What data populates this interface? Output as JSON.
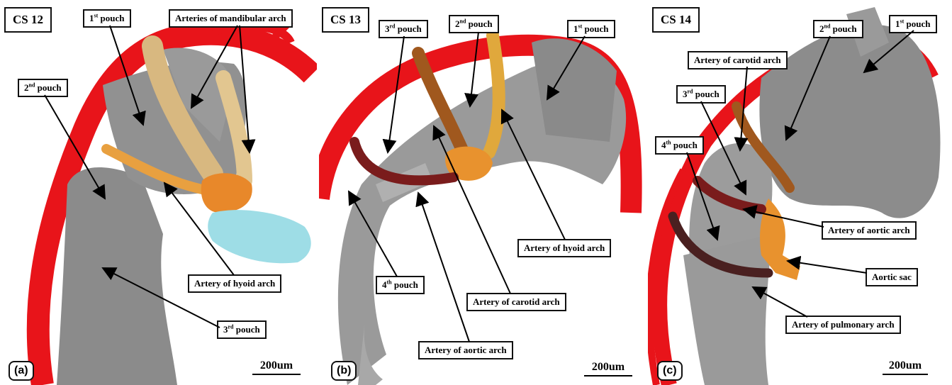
{
  "panels": [
    {
      "stage": "CS 12",
      "tag": "(a)",
      "scale": "200um",
      "labels": {
        "pouch1": {
          "num": "1",
          "sup": "st",
          "text": " pouch"
        },
        "pouch2": {
          "num": "2",
          "sup": "nd",
          "text": " pouch"
        },
        "pouch3": {
          "num": "3",
          "sup": "rd",
          "text": " pouch"
        },
        "mandibular": "Arteries of mandibular arch",
        "hyoid": "Artery of hyoid arch"
      }
    },
    {
      "stage": "CS 13",
      "tag": "(b)",
      "scale": "200um",
      "labels": {
        "pouch1": {
          "num": "1",
          "sup": "st",
          "text": " pouch"
        },
        "pouch2": {
          "num": "2",
          "sup": "nd",
          "text": " pouch"
        },
        "pouch3": {
          "num": "3",
          "sup": "rd",
          "text": " pouch"
        },
        "pouch4": {
          "num": "4",
          "sup": "th",
          "text": " pouch"
        },
        "hyoid": "Artery of hyoid arch",
        "carotid": "Artery of carotid arch",
        "aortic": "Artery of aortic arch"
      }
    },
    {
      "stage": "CS 14",
      "tag": "(c)",
      "scale": "200um",
      "labels": {
        "pouch1": {
          "num": "1",
          "sup": "st",
          "text": " pouch"
        },
        "pouch2": {
          "num": "2",
          "sup": "nd",
          "text": " pouch"
        },
        "pouch3": {
          "num": "3",
          "sup": "rd",
          "text": " pouch"
        },
        "pouch4": {
          "num": "4",
          "sup": "th",
          "text": " pouch"
        },
        "carotid": "Artery of carotid arch",
        "aortic": "Artery of aortic arch",
        "aortic_sac": "Aortic sac",
        "pulmonary": "Artery of pulmonary arch"
      }
    }
  ],
  "colors": {
    "aorta": "#e8141a",
    "pouch": "#8e8e8e",
    "mandibular_artery": "#d8b880",
    "hyoid_artery": "#e8a040",
    "aortic_sac": "#e8882a",
    "carotid_artery": "#a0581e",
    "aortic_arch_artery": "#7a1c1c",
    "pulmonary_artery": "#4a2020",
    "heart_tube": "#9edde6"
  }
}
